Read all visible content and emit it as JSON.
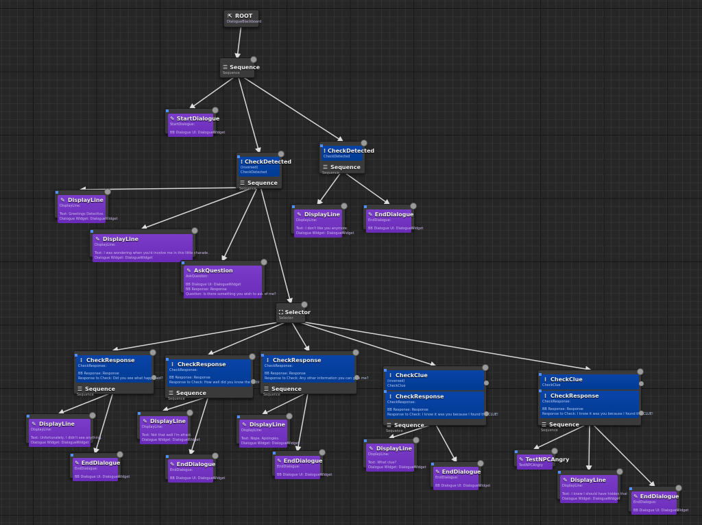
{
  "graph_title": "Dialogue Behavior Tree",
  "colors": {
    "background": "#262626",
    "task_purple": "#7030c0",
    "decorator_blue": "#0040a0",
    "composite_gray": "#3a3a3a",
    "edge": "#d8d8d8"
  },
  "nodes": {
    "root": {
      "title": "ROOT",
      "sub": "DialogueBlackboard",
      "icon": "root-icon"
    },
    "seq_main": {
      "title": "Sequence",
      "sub": "Sequence",
      "icon": "sequence-icon"
    },
    "start_dialogue": {
      "title": "StartDialogue",
      "sub": "StartDialogue:",
      "lines": [
        "BB Dialogue UI: DialogueWidget"
      ],
      "icon": "task-icon"
    },
    "check_detected_inv": {
      "decorator_title": "CheckDetected",
      "decorator_lines": [
        "(inversed)",
        "CheckDetected"
      ],
      "title": "Sequence",
      "sub": "Sequence"
    },
    "check_detected": {
      "decorator_title": "CheckDetected",
      "decorator_lines": [
        "CheckDetected"
      ],
      "title": "Sequence",
      "sub": "Sequence"
    },
    "dl_greetings": {
      "title": "DisplayLine",
      "sub": "DisplayLine:",
      "lines": [
        "Text: Greetings Detective.",
        "Dialogue Widget: DialogueWidget"
      ]
    },
    "dl_wondering": {
      "title": "DisplayLine",
      "sub": "DisplayLine:",
      "lines": [
        "Text: I was wondering when you'd involve me in this little charade.",
        "Dialogue Widget: DialogueWidget"
      ]
    },
    "ask_question": {
      "title": "AskQuestion",
      "sub": "AskQuestion:",
      "lines": [
        "BB Dialogue UI: DialogueWidget",
        "BB Response: Response",
        "Question: Is there something you wish to ask of me?"
      ]
    },
    "dl_dont_like": {
      "title": "DisplayLine",
      "sub": "DisplayLine:",
      "lines": [
        "Text: I don't like you anymore.",
        "Dialogue Widget: DialogueWidget"
      ]
    },
    "end_top": {
      "title": "EndDialogue",
      "sub": "EndDialogue:",
      "lines": [
        "BB Dialogue UI: DialogueWidget"
      ]
    },
    "selector": {
      "title": "Selector",
      "sub": "Selector"
    },
    "cr1": {
      "decorator_title": "CheckResponse",
      "decorator_lines": [
        "CheckResponse:",
        "",
        "BB Response: Response",
        "Response to Check: Did you see what happened?"
      ],
      "title": "Sequence",
      "sub": "Sequence"
    },
    "cr2": {
      "decorator_title": "CheckResponse",
      "decorator_lines": [
        "CheckResponse:",
        "",
        "BB Response: Response",
        "Response to Check: How well did you know the victim?"
      ],
      "title": "Sequence",
      "sub": "Sequence"
    },
    "cr3": {
      "decorator_title": "CheckResponse",
      "decorator_lines": [
        "CheckResponse:",
        "",
        "BB Response: Response",
        "Response to Check: Any other information you can give me?"
      ],
      "title": "Sequence",
      "sub": "Sequence"
    },
    "cc1": {
      "decorator_title": "CheckClue",
      "decorator_lines": [
        "(inversed)",
        "CheckClue"
      ],
      "decorator2_title": "CheckResponse",
      "decorator2_lines": [
        "CheckResponse:",
        "",
        "BB Response: Response",
        "Response to Check: I know it was you because I found the CLUE!"
      ],
      "title": "Sequence",
      "sub": "Sequence"
    },
    "cc2": {
      "decorator_title": "CheckClue",
      "decorator_lines": [
        "CheckClue"
      ],
      "decorator2_title": "CheckResponse",
      "decorator2_lines": [
        "CheckResponse:",
        "",
        "BB Response: Response",
        "Response to Check: I know it was you because I found the CLUE!"
      ],
      "title": "Sequence",
      "sub": "Sequence"
    },
    "dl_unfortunately": {
      "title": "DisplayLine",
      "sub": "DisplayLine:",
      "lines": [
        "Text: Unfortunately, I didn't see anything.",
        "Dialogue Widget: DialogueWidget"
      ]
    },
    "end_1": {
      "title": "EndDialogue",
      "sub": "EndDialogue:",
      "lines": [
        "BB Dialogue UI: DialogueWidget"
      ]
    },
    "dl_not_well": {
      "title": "DisplayLine",
      "sub": "DisplayLine:",
      "lines": [
        "Text: Not that well I'm afraid.",
        "Dialogue Widget: DialogueWidget"
      ]
    },
    "end_2": {
      "title": "EndDialogue",
      "sub": "EndDialogue:",
      "lines": [
        "BB Dialogue UI: DialogueWidget"
      ]
    },
    "dl_nope": {
      "title": "DisplayLine",
      "sub": "DisplayLine:",
      "lines": [
        "Text: Nope. Apologies.",
        "Dialogue Widget: DialogueWidget"
      ]
    },
    "end_3": {
      "title": "EndDialogue",
      "sub": "EndDialogue:",
      "lines": [
        "BB Dialogue UI: DialogueWidget"
      ]
    },
    "dl_what_clue": {
      "title": "DisplayLine",
      "sub": "DisplayLine:",
      "lines": [
        "Text: What clue?",
        "Dialogue Widget: DialogueWidget"
      ]
    },
    "end_4": {
      "title": "EndDialogue",
      "sub": "EndDialogue:",
      "lines": [
        "BB Dialogue UI: DialogueWidget"
      ]
    },
    "test_npc_angry": {
      "title": "TestNPCAngry",
      "sub": "TestNPCAngry"
    },
    "dl_hidden": {
      "title": "DisplayLine",
      "sub": "DisplayLine:",
      "lines": [
        "Text: I knew I should have hidden that!",
        "Dialogue Widget: DialogueWidget"
      ]
    },
    "end_5": {
      "title": "EndDialogue",
      "sub": "EndDialogue:",
      "lines": [
        "BB Dialogue UI: DialogueWidget"
      ]
    }
  },
  "edges": [
    [
      "root",
      "seq_main"
    ],
    [
      "seq_main",
      "start_dialogue"
    ],
    [
      "seq_main",
      "check_detected_inv"
    ],
    [
      "seq_main",
      "check_detected"
    ],
    [
      "check_detected_inv",
      "dl_greetings"
    ],
    [
      "check_detected_inv",
      "dl_wondering"
    ],
    [
      "check_detected_inv",
      "ask_question"
    ],
    [
      "check_detected_inv",
      "selector"
    ],
    [
      "check_detected",
      "dl_dont_like"
    ],
    [
      "check_detected",
      "end_top"
    ],
    [
      "selector",
      "cr1"
    ],
    [
      "selector",
      "cr2"
    ],
    [
      "selector",
      "cr3"
    ],
    [
      "selector",
      "cc1"
    ],
    [
      "selector",
      "cc2"
    ],
    [
      "cr1",
      "dl_unfortunately"
    ],
    [
      "cr1",
      "end_1"
    ],
    [
      "cr2",
      "dl_not_well"
    ],
    [
      "cr2",
      "end_2"
    ],
    [
      "cr3",
      "dl_nope"
    ],
    [
      "cr3",
      "end_3"
    ],
    [
      "cc1",
      "dl_what_clue"
    ],
    [
      "cc1",
      "end_4"
    ],
    [
      "cc2",
      "test_npc_angry"
    ],
    [
      "cc2",
      "dl_hidden"
    ],
    [
      "cc2",
      "end_5"
    ]
  ]
}
